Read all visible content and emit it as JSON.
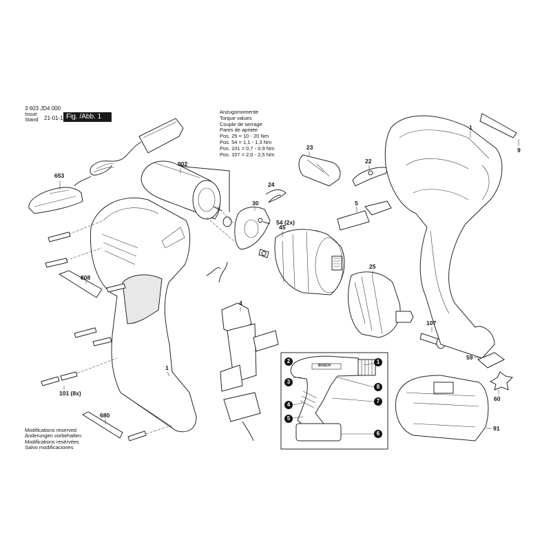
{
  "header": {
    "doc_number": "3 603 JD4 000",
    "issue_label": [
      "Issue",
      "Stand"
    ],
    "issue_date": "21-01-13",
    "figure_label": "Fig. /Abb. 1"
  },
  "torque_values": {
    "lines": [
      "Anzugsmomente",
      "Torque values",
      "Couple de serrage",
      "Pares de apriete",
      "Pos. 25   = 10 - 20 Nm",
      "Pos. 54   = 1,1 - 1,3 Nm",
      "Pos. 101 = 0,7 - 0,9 Nm",
      "Pos. 107 = 2,0 - 2,5 Nm"
    ]
  },
  "footer": {
    "modifications": [
      "Modifications reserved",
      "Änderungen vorbehalten",
      "Modifications resérvées",
      "Salvo modificaciones"
    ]
  },
  "part_labels": {
    "p653": "653",
    "p802": "802",
    "p808": "808",
    "p24": "24",
    "p30": "30",
    "p54": "54 (2x)",
    "p45": "45",
    "p23": "23",
    "p22": "22",
    "p5": "5",
    "p1_top": "1",
    "p9": "9",
    "p25": "25",
    "p4": "4",
    "p107": "107",
    "p59": "59",
    "p60": "60",
    "p91": "91",
    "p1_bottom": "1",
    "p101": "101 (8x)",
    "p680": "680"
  },
  "inset_callouts": [
    "1",
    "2",
    "3",
    "4",
    "5",
    "6",
    "7",
    "8"
  ],
  "inset_brand": "BOSCH"
}
